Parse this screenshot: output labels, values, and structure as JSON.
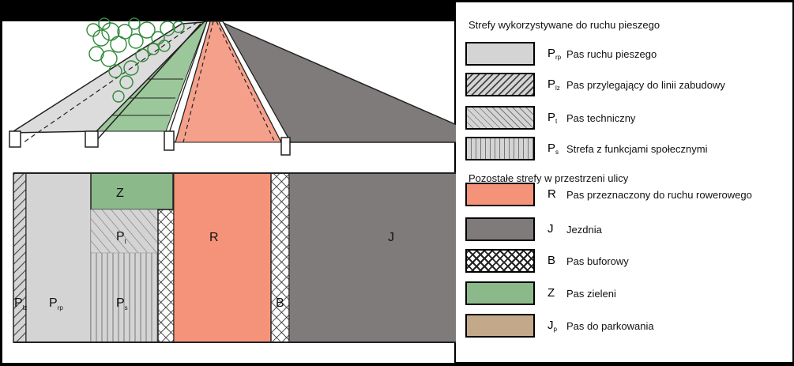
{
  "legend": {
    "heading_pedestrian": "Strefy wykorzystywane do ruchu pieszego",
    "heading_other": "Pozostałe strefy w przestrzeni ulicy",
    "items": [
      {
        "key": "P",
        "sub": "rp",
        "label": "Pas ruchu pieszego",
        "fill": "#d4d4d4",
        "pattern": "solid"
      },
      {
        "key": "P",
        "sub": "lz",
        "label": "Pas przylegający do linii zabudowy",
        "fill": "#d4d4d4",
        "pattern": "hatch-dense"
      },
      {
        "key": "P",
        "sub": "t",
        "label": "Pas techniczny",
        "fill": "#d4d4d4",
        "pattern": "hatch-back"
      },
      {
        "key": "P",
        "sub": "s",
        "label": "Strefa z funkcjami społecznymi",
        "fill": "#d4d4d4",
        "pattern": "vertical"
      },
      {
        "key": "R",
        "sub": "",
        "label": "Pas przeznaczony do ruchu rowerowego",
        "fill": "#f4937a",
        "pattern": "solid"
      },
      {
        "key": "J",
        "sub": "",
        "label": "Jezdnia",
        "fill": "#7f7b7b",
        "pattern": "solid"
      },
      {
        "key": "B",
        "sub": "",
        "label": "Pas buforowy",
        "fill": "#ffffff",
        "pattern": "cross"
      },
      {
        "key": "Z",
        "sub": "",
        "label": "Pas zieleni",
        "fill": "#8cb98a",
        "pattern": "solid"
      },
      {
        "key": "J",
        "sub": "p",
        "label": "Pas do parkowania",
        "fill": "#c4a88a",
        "pattern": "solid"
      }
    ]
  },
  "plan": {
    "zones": {
      "lz": {
        "key": "P",
        "sub": "lz"
      },
      "rp": {
        "key": "P",
        "sub": "rp"
      },
      "z": {
        "key": "Z",
        "sub": ""
      },
      "t": {
        "key": "P",
        "sub": "t"
      },
      "s": {
        "key": "P",
        "sub": "s"
      },
      "r": {
        "key": "R",
        "sub": ""
      },
      "b": {
        "key": "B",
        "sub": ""
      },
      "j": {
        "key": "J",
        "sub": ""
      }
    }
  },
  "colors": {
    "sidewalk": "#d4d4d4",
    "green": "#8cb98a",
    "bike": "#f4937a",
    "road": "#7f7b7b",
    "tree": "#2f8a3a"
  }
}
